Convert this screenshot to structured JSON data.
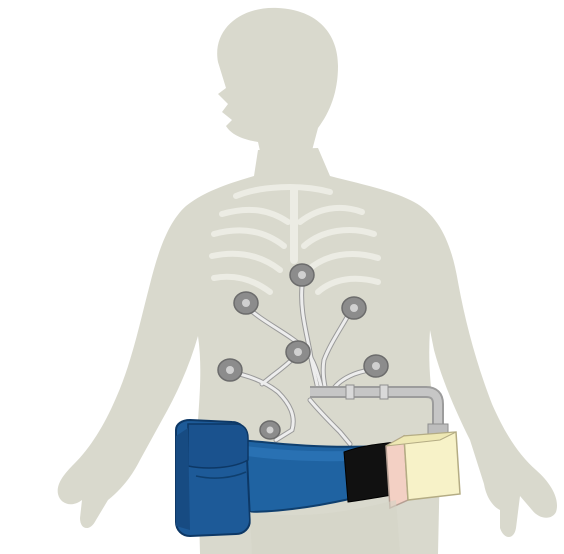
{
  "diagram": {
    "subject": "body-silhouette-with-wearable-device",
    "colors": {
      "body": "#d8d8cc",
      "body_shadow": "#c9c9bc",
      "ribs": "#ececE4",
      "electrode": "#8a8a8a",
      "electrode_center": "#cfcfcf",
      "lead_wire": "#e6e6e6",
      "lead_outline": "#9a9a9a",
      "belt": "#1f63a2",
      "belt_dark": "#12467a",
      "pouch": "#1d5a98",
      "belt_black": "#111111",
      "monitor": "#f7f2c8",
      "monitor_side": "#f3d0c4",
      "connector": "#b8b8b8"
    },
    "electrodes": 7,
    "components": [
      "electrode-pads",
      "lead-wires",
      "waist-belt",
      "belt-pouch",
      "monitor-unit"
    ]
  }
}
